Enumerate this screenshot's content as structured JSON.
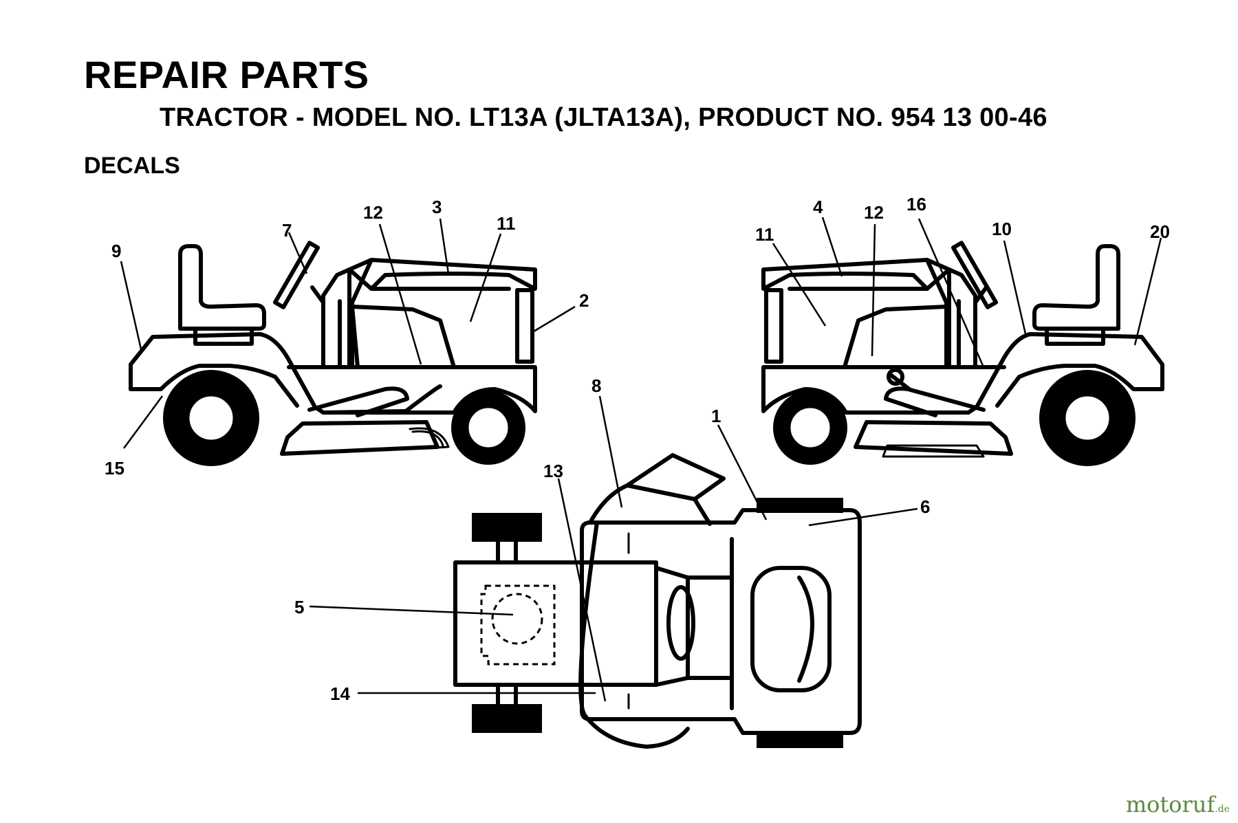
{
  "header": {
    "title": "REPAIR PARTS",
    "subtitle": "TRACTOR - MODEL NO. LT13A (JLTA13A), PRODUCT NO. 954 13 00-46",
    "section": "DECALS"
  },
  "callouts": {
    "left_view": [
      "9",
      "7",
      "12",
      "3",
      "11",
      "2",
      "15"
    ],
    "right_view": [
      "4",
      "11",
      "12",
      "16",
      "10",
      "20"
    ],
    "top_view": [
      "8",
      "1",
      "13",
      "6",
      "5",
      "14"
    ]
  },
  "watermark": {
    "text": "motoruf",
    "tld": ".de"
  }
}
